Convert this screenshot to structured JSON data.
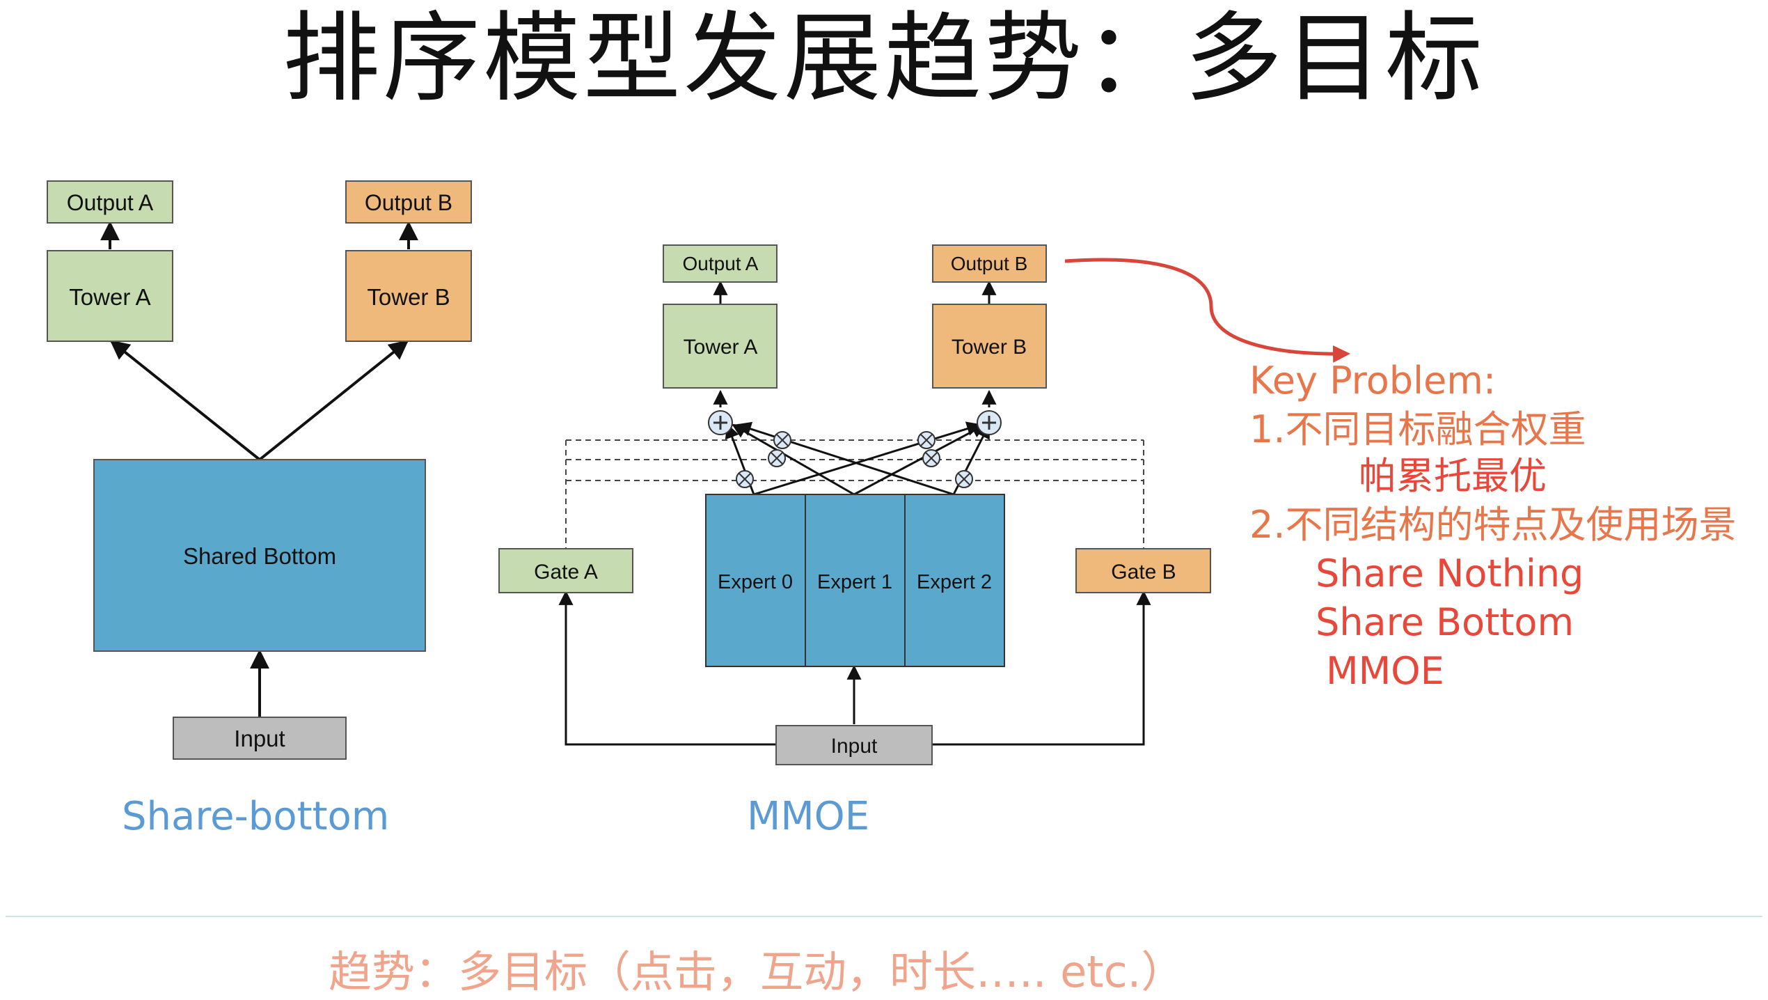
{
  "title": "排序模型发展趋势：多目标",
  "colors": {
    "green_fill": "#c6dcb0",
    "orange_fill": "#f0b97c",
    "blue_fill": "#5aa9cc",
    "gray_fill": "#bdbdbd",
    "caption_blue": "#5b9bd5",
    "key_orange": "#e8764a",
    "key_red": "#e8473a",
    "trend_pink": "#f0a48c",
    "arrow_red": "#d9453a"
  },
  "share_bottom": {
    "output_a": "Output A",
    "output_b": "Output B",
    "tower_a": "Tower A",
    "tower_b": "Tower B",
    "shared": "Shared Bottom",
    "input": "Input",
    "caption": "Share-bottom"
  },
  "mmoe": {
    "output_a": "Output A",
    "output_b": "Output B",
    "tower_a": "Tower A",
    "tower_b": "Tower B",
    "gate_a": "Gate A",
    "gate_b": "Gate B",
    "experts": [
      "Expert 0",
      "Expert 1",
      "Expert 2"
    ],
    "input": "Input",
    "caption": "MMOE"
  },
  "key_problem": {
    "heading": "Key Problem:",
    "item1": "1.不同目标融合权重",
    "item1_sub": "帕累托最优",
    "item2": "2.不同结构的特点及使用场景",
    "item2_subs": [
      "Share Nothing",
      "Share Bottom",
      "MMOE"
    ]
  },
  "trend": "趋势：多目标（点击，互动，时长….. etc.）"
}
